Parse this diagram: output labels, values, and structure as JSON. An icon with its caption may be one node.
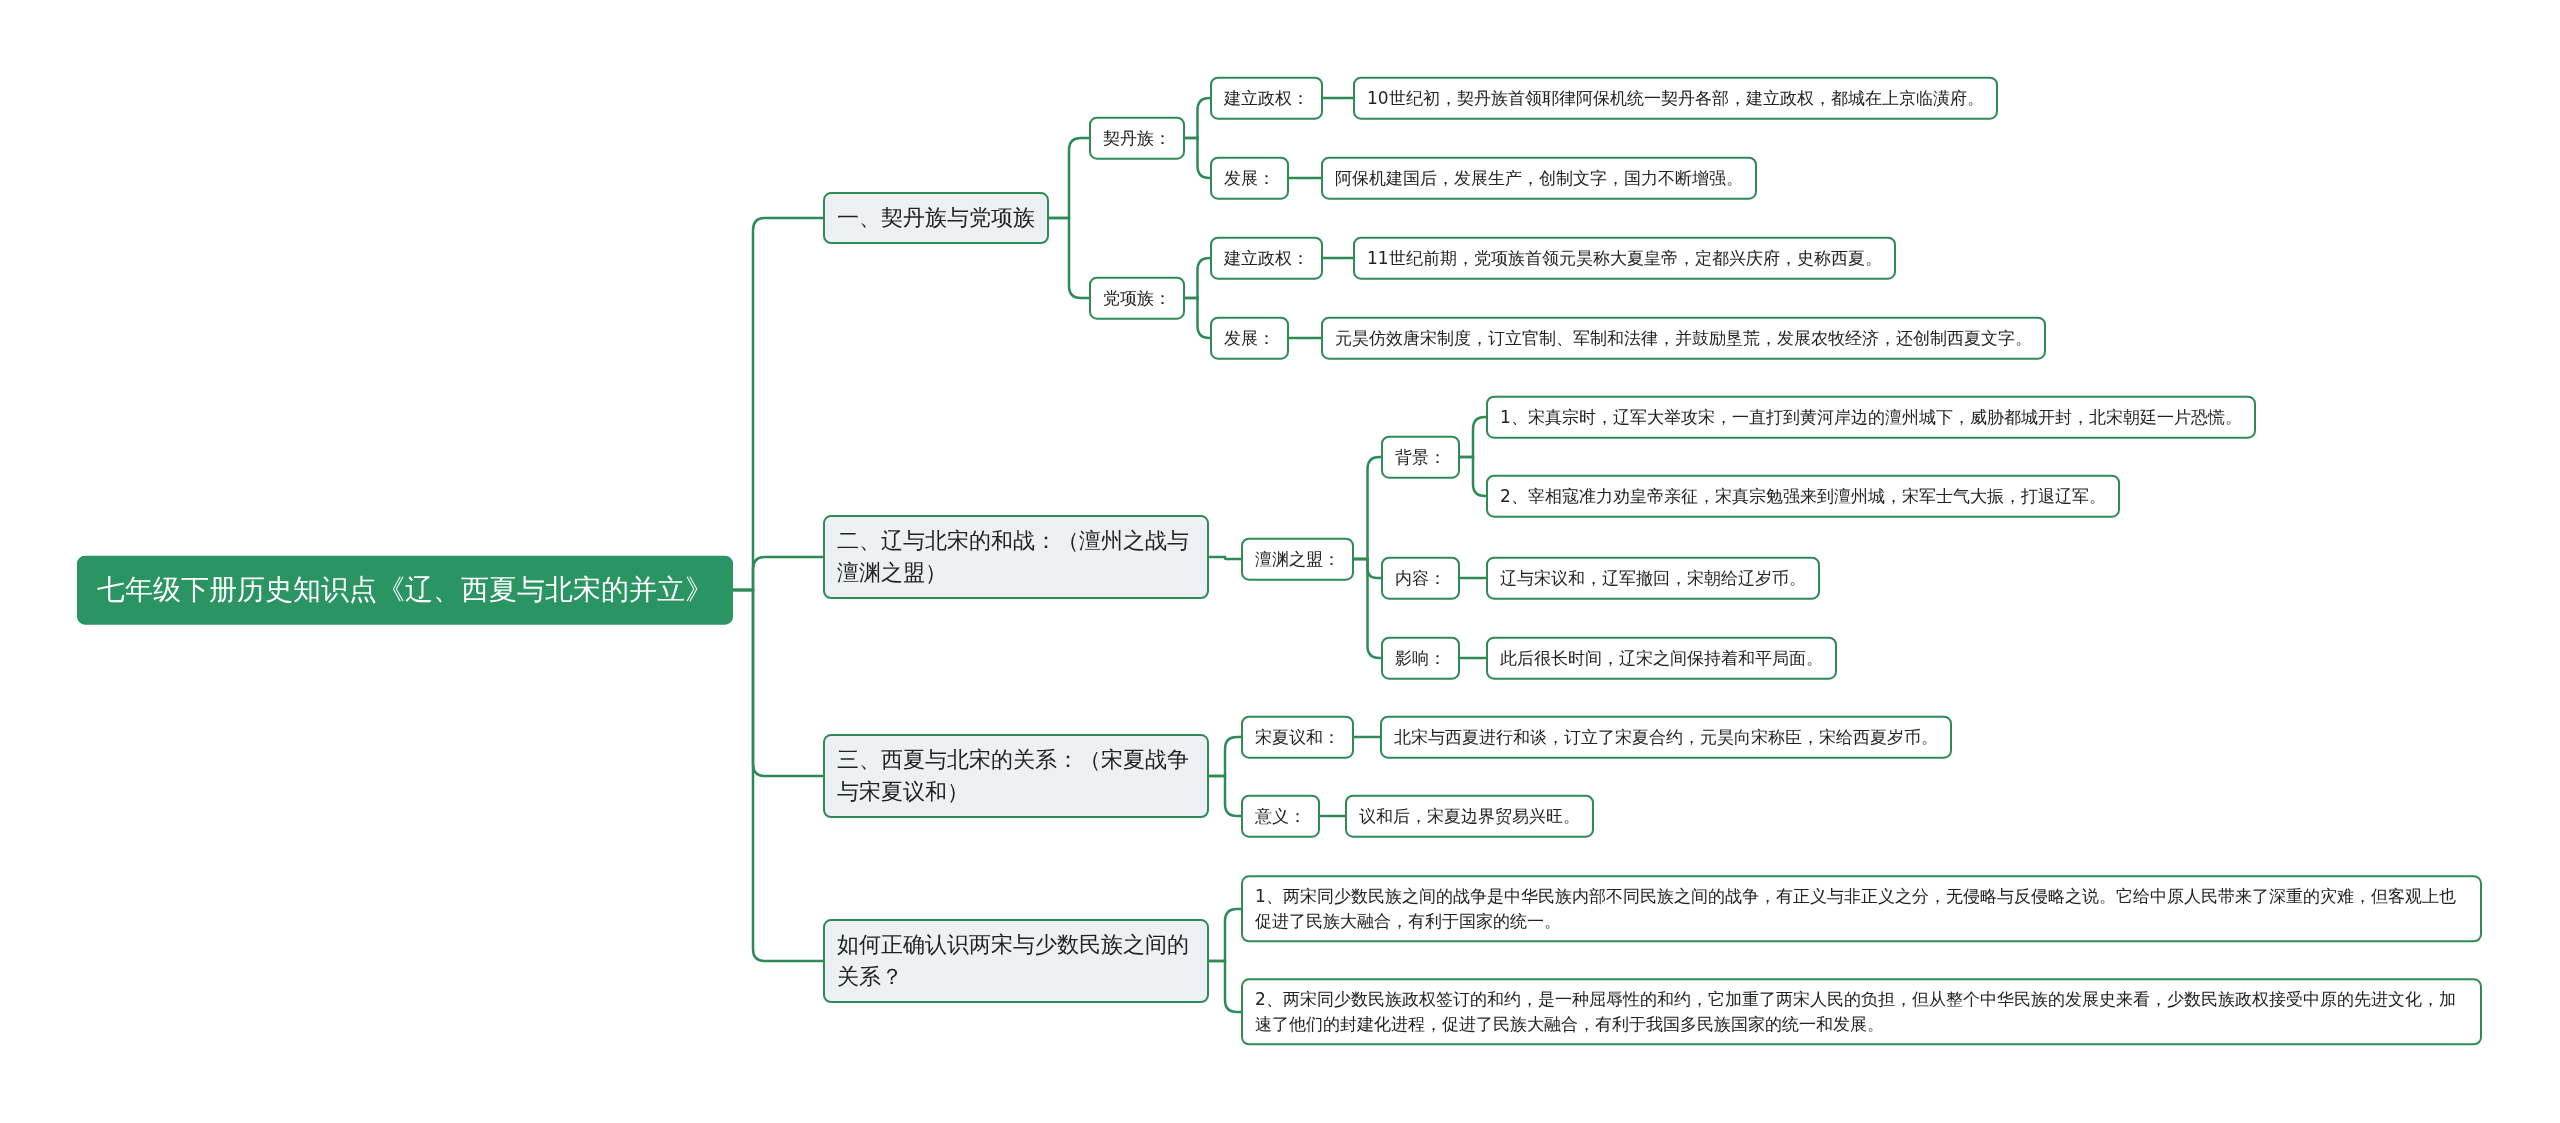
{
  "diagram": {
    "nodes": [
      {
        "text": [
          "七年级下册历史知识点《辽、西夏与北宋的并立》"
        ]
      },
      {
        "text": [
          "一、契丹族与党项族"
        ]
      },
      {
        "text": [
          "契丹族："
        ]
      },
      {
        "text": [
          "建立政权："
        ]
      },
      {
        "text": [
          "10世纪初，契丹族首领耶律阿保机统一契丹各部，建立政权，都城在上京临潢府。"
        ]
      },
      {
        "text": [
          "发展："
        ]
      },
      {
        "text": [
          "阿保机建国后，发展生产，创制文字，国力不断增强。"
        ]
      },
      {
        "text": [
          "党项族："
        ]
      },
      {
        "text": [
          "建立政权："
        ]
      },
      {
        "text": [
          "11世纪前期，党项族首领元昊称大夏皇帝，定都兴庆府，史称西夏。"
        ]
      },
      {
        "text": [
          "发展："
        ]
      },
      {
        "text": [
          "元昊仿效唐宋制度，订立官制、军制和法律，并鼓励垦荒，发展农牧经济，还创制西夏文字。"
        ]
      },
      {
        "text": [
          "二、辽与北宋的和战：（澶州之战与澶渊之盟）"
        ]
      },
      {
        "text": [
          "澶渊之盟："
        ]
      },
      {
        "text": [
          "背景："
        ]
      },
      {
        "text": [
          "1、宋真宗时，辽军大举攻宋，一直打到黄河岸边的澶州城下，威胁都城开封，北宋朝廷一片恐慌。"
        ]
      },
      {
        "text": [
          "2、宰相寇准力劝皇帝亲征，宋真宗勉强来到澶州城，宋军士气大振，打退辽军。"
        ]
      },
      {
        "text": [
          "内容："
        ]
      },
      {
        "text": [
          "辽与宋议和，辽军撤回，宋朝给辽岁币。"
        ]
      },
      {
        "text": [
          "影响："
        ]
      },
      {
        "text": [
          "此后很长时间，辽宋之间保持着和平局面。"
        ]
      },
      {
        "text": [
          "三、西夏与北宋的关系：（宋夏战争与宋夏议和）"
        ]
      },
      {
        "text": [
          "宋夏议和："
        ]
      },
      {
        "text": [
          "北宋与西夏进行和谈，订立了宋夏合约，元昊向宋称臣，宋给西夏岁币。"
        ]
      },
      {
        "text": [
          "意义："
        ]
      },
      {
        "text": [
          "议和后，宋夏边界贸易兴旺。"
        ]
      },
      {
        "text": [
          "如何正确认识两宋与少数民族之间的关系？"
        ]
      },
      {
        "text": [
          "1、两宋同少数民族之间的战争是中华民族内部不同民族之间的战争，有正义与非正义之分，无侵略与反侵略之说。它给中原人民带来了深重的灾难，但客观上也促进了民族大融合，有利于国家的统一。"
        ]
      },
      {
        "text": [
          "2、两宋同少数民族政权签订的和约，是一种屈辱性的和约，它加重了两宋人民的负担，但从整个中华民族的发展史来看，少数民族政权接受中原的先进文化，加速了他们的封建化进程，促进了民族大融合，有利于我国多民族国家的统一和发展。"
        ]
      }
    ],
    "edges": [
      {
        "from": 0,
        "to": 1,
        "arrow": "none"
      },
      {
        "from": 1,
        "to": 2,
        "arrow": "none"
      },
      {
        "from": 2,
        "to": 3,
        "arrow": "none"
      },
      {
        "from": 3,
        "to": 4,
        "arrow": "none"
      },
      {
        "from": 2,
        "to": 5,
        "arrow": "none"
      },
      {
        "from": 5,
        "to": 6,
        "arrow": "none"
      },
      {
        "from": 1,
        "to": 7,
        "arrow": "none"
      },
      {
        "from": 7,
        "to": 8,
        "arrow": "none"
      },
      {
        "from": 8,
        "to": 9,
        "arrow": "none"
      },
      {
        "from": 7,
        "to": 10,
        "arrow": "none"
      },
      {
        "from": 10,
        "to": 11,
        "arrow": "none"
      },
      {
        "from": 0,
        "to": 12,
        "arrow": "none"
      },
      {
        "from": 12,
        "to": 13,
        "arrow": "none"
      },
      {
        "from": 13,
        "to": 14,
        "arrow": "none"
      },
      {
        "from": 14,
        "to": 15,
        "arrow": "none"
      },
      {
        "from": 14,
        "to": 16,
        "arrow": "none"
      },
      {
        "from": 13,
        "to": 17,
        "arrow": "none"
      },
      {
        "from": 17,
        "to": 18,
        "arrow": "none"
      },
      {
        "from": 13,
        "to": 19,
        "arrow": "none"
      },
      {
        "from": 19,
        "to": 20,
        "arrow": "none"
      },
      {
        "from": 0,
        "to": 21,
        "arrow": "none"
      },
      {
        "from": 21,
        "to": 22,
        "arrow": "none"
      },
      {
        "from": 22,
        "to": 23,
        "arrow": "none"
      },
      {
        "from": 21,
        "to": 24,
        "arrow": "none"
      },
      {
        "from": 24,
        "to": 25,
        "arrow": "none"
      },
      {
        "from": 0,
        "to": 26,
        "arrow": "none"
      },
      {
        "from": 26,
        "to": 27,
        "arrow": "none"
      },
      {
        "from": 26,
        "to": 28,
        "arrow": "none"
      }
    ]
  }
}
